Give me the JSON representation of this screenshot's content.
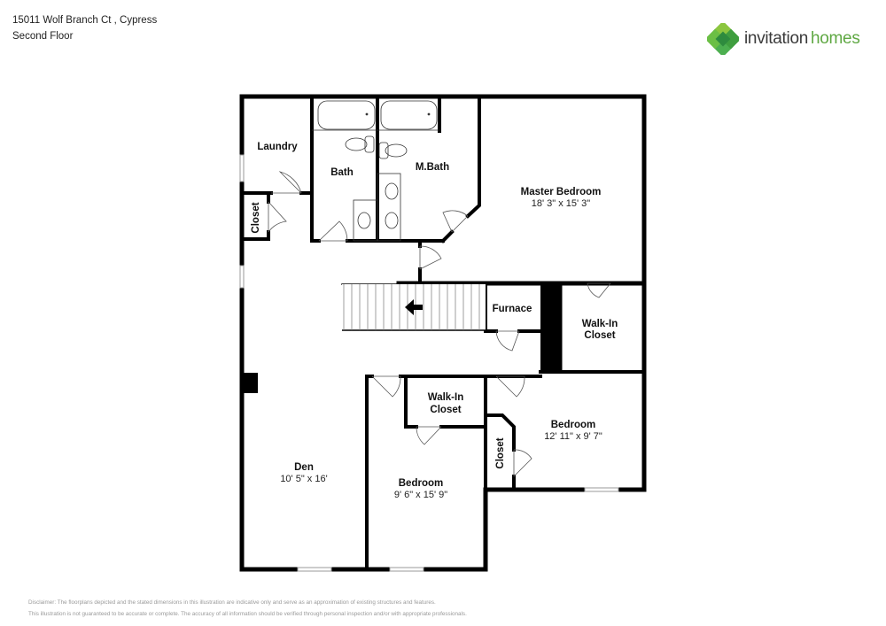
{
  "header": {
    "address": "15011 Wolf Branch Ct , Cypress",
    "floor": "Second Floor"
  },
  "logo": {
    "word1": "invitation",
    "word2": "homes",
    "colors": {
      "dark": "#3a3a3a",
      "green": "#5fa843",
      "mark_light": "#8cc63f",
      "mark_dark": "#2e8b3e"
    }
  },
  "rooms": {
    "laundry": {
      "name": "Laundry"
    },
    "bath": {
      "name": "Bath"
    },
    "mbath": {
      "name": "M.Bath"
    },
    "master": {
      "name": "Master Bedroom",
      "dims": "18' 3\" x 15' 3\""
    },
    "closet_left": {
      "name": "Closet"
    },
    "furnace": {
      "name": "Furnace"
    },
    "walkin_master": {
      "name_line1": "Walk-In",
      "name_line2": "Closet"
    },
    "walkin_bed2": {
      "name_line1": "Walk-In",
      "name_line2": "Closet"
    },
    "den": {
      "name": "Den",
      "dims": "10' 5\" x 16'"
    },
    "bedroom2": {
      "name": "Bedroom",
      "dims": "9' 6\" x 15' 9\""
    },
    "bedroom3": {
      "name": "Bedroom",
      "dims": "12' 11\" x 9' 7\""
    },
    "closet_bed3": {
      "name": "Closet"
    }
  },
  "stairs": {
    "direction": "left"
  },
  "disclaimer": {
    "line1": "Disclaimer: The floorplans depicted and the stated dimensions in this illustration are indicative only and serve as an approximation of existing structures and features.",
    "line2": "This illustration is not guaranteed to be accurate or complete. The accuracy of all information should be verified through personal inspection and/or with appropriate professionals."
  }
}
